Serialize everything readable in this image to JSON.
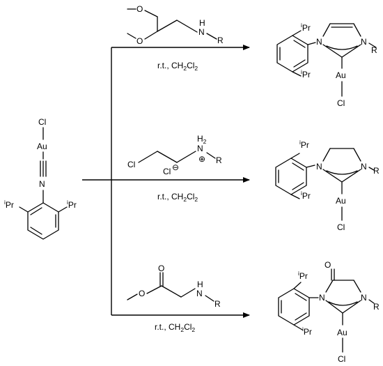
{
  "colors": {
    "ink": "#000000",
    "background": "#ffffff"
  },
  "labels": {
    "cl": "Cl",
    "au": "Au",
    "n": "N",
    "o": "O",
    "ipr": "Pr",
    "ipr_sup": "i",
    "r": "R",
    "h": "H",
    "h2_sub": "2"
  },
  "conditions": {
    "prefix": "r.t., CH",
    "sub1": "2",
    "mid": "Cl",
    "sub2": "2"
  },
  "reagent2": {
    "counterion": "Cl",
    "charge_minus": "⊖",
    "charge_plus": "⊕"
  }
}
